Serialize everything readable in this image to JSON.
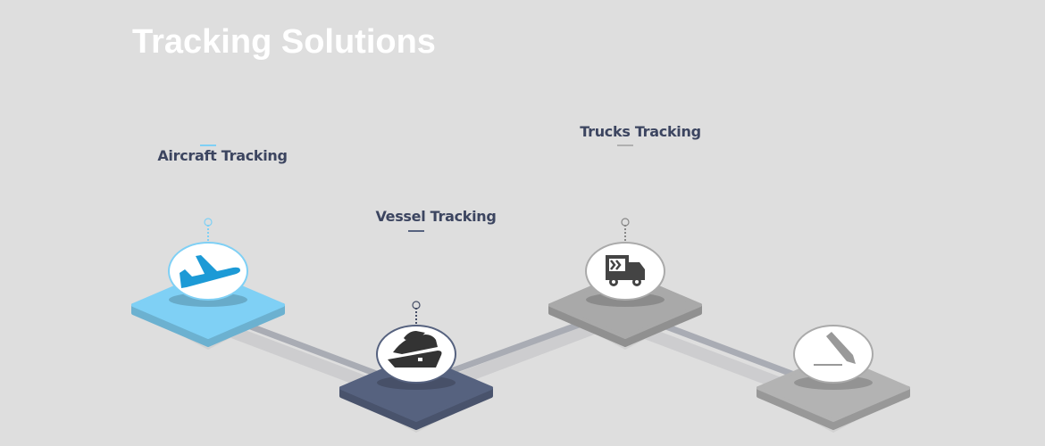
{
  "title": "Tracking Solutions",
  "steps": [
    {
      "label": "Aircraft Tracking",
      "icon": "airplane-icon",
      "color": "#7fd0f5"
    },
    {
      "label": "Vessel Tracking",
      "icon": "ship-icon",
      "color": "#56627f"
    },
    {
      "label": "Trucks Tracking",
      "icon": "truck-icon",
      "color": "#a9a9a9"
    },
    {
      "label": "",
      "icon": "pencil-icon",
      "color": "#b3b3b3"
    }
  ]
}
